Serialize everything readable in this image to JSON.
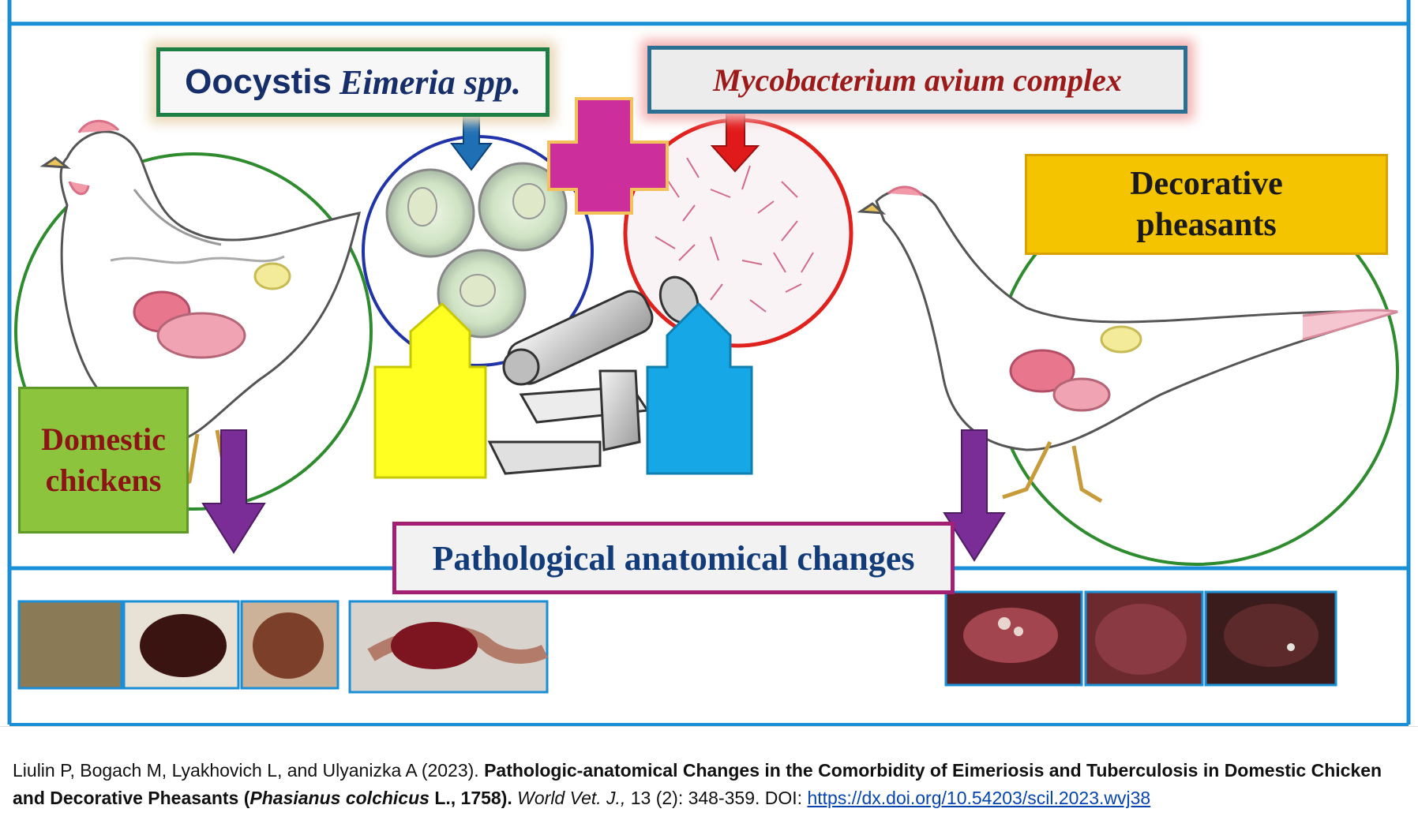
{
  "figure": {
    "oocyst_label": {
      "prefix": "Oocystis",
      "italic": "Eimeria spp."
    },
    "myco_label": "Mycobacterium avium complex",
    "pheasant_label": {
      "line1": "Decorative",
      "line2": "pheasants"
    },
    "chicken_label": {
      "line1": "Domestic",
      "line2": "chickens"
    },
    "pathology_label": "Pathological anatomical changes"
  },
  "caption": {
    "authors": "Liulin P, Bogach M, Lyakhovich L, and Ulyanizka A (2023).",
    "title_part1": "Pathologic-anatomical Changes in the Comorbidity of Eimeriosis and Tuberculosis in Domestic Chicken and Decorative Pheasants (",
    "title_species": "Phasianus colchicus",
    "title_part2": " L., 1758).",
    "journal": "World Vet. J.,",
    "volume": " 13 (2): 348-359. DOI:",
    "doi": "https://dx.doi.org/10.54203/scil.2023.wvj38"
  },
  "colors": {
    "frame_blue": "#1b8fd6",
    "circle_green": "#2e8b2e",
    "plus_magenta": "#cc2f9c",
    "arrow_blue": "#1f6fb5",
    "arrow_red": "#e01a1a",
    "arrow_purple": "#7a2d96",
    "arrow_yellow": "#ffff22",
    "arrow_cyan": "#16a8e6"
  }
}
